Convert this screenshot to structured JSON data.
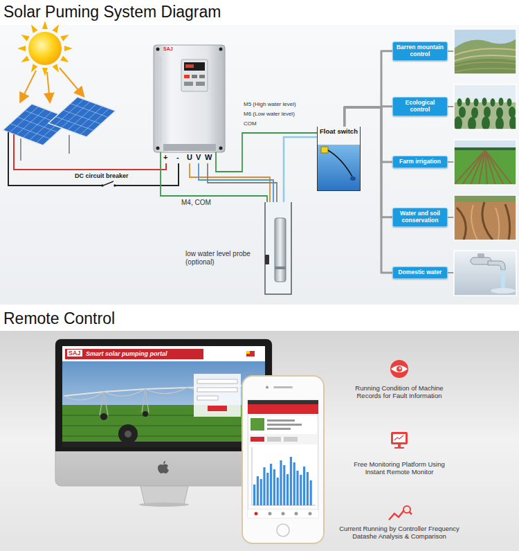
{
  "diagram": {
    "title": "Solar Puming System Diagram",
    "nodes": [
      {
        "text": [
          "Float switch"
        ]
      },
      {
        "text": [
          "Barren mountain control"
        ]
      },
      {
        "text": [
          "Ecological control"
        ]
      },
      {
        "text": [
          "Farm irrigation"
        ]
      },
      {
        "text": [
          "Water and soil conservation"
        ]
      },
      {
        "text": [
          "Domestic water"
        ]
      }
    ],
    "edges": [
      {
        "from": 0,
        "to": 1,
        "arrow": "none"
      },
      {
        "from": 0,
        "to": 2,
        "arrow": "none"
      },
      {
        "from": 0,
        "to": 3,
        "arrow": "none"
      },
      {
        "from": 0,
        "to": 4,
        "arrow": "none"
      },
      {
        "from": 0,
        "to": 5,
        "arrow": "none"
      }
    ],
    "labels": [
      "SAJ",
      "+",
      "-",
      "U",
      "V",
      "W",
      "DC circuit breaker",
      "M5 (High water level)",
      "M6 (Low water level)",
      "COM",
      "M4, COM",
      "low water level probe (optional)",
      "Remote Control",
      "SAJ",
      "Smart solar pumping portal",
      "Running Condition of Machine Records for Fault Information",
      "Free Monitoring Platform Using Instant Remote Monitor",
      "Current Running by Controller Frequency Datashe Analysis & Comparison"
    ]
  }
}
